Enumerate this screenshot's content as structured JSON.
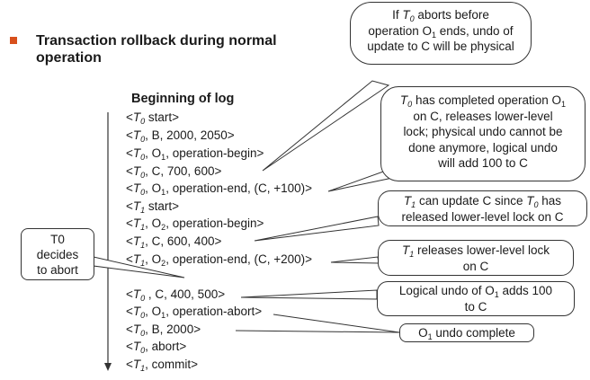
{
  "heading": "Transaction rollback during normal operation",
  "log_title": "Beginning of log",
  "log_entries": [
    {
      "html": "&lt;<i>T<sub>0</sub></i> start&gt;"
    },
    {
      "html": "&lt;<i>T<sub>0</sub></i>, B, 2000, 2050&gt;"
    },
    {
      "html": "&lt;<i>T<sub>0</sub></i>, O<sub>1</sub>, operation-begin&gt;"
    },
    {
      "html": "&lt;<i>T<sub>0</sub></i>, C, 700, 600&gt;"
    },
    {
      "html": "&lt;<i>T<sub>0</sub></i>, O<sub>1</sub>, operation-end, (C, +100)&gt;"
    },
    {
      "html": "&lt;<i>T<sub>1</sub></i> start&gt;"
    },
    {
      "html": "&lt;<i>T<sub>1</sub></i>, O<sub>2</sub>, operation-begin&gt;"
    },
    {
      "html": "&lt;<i>T<sub>1</sub></i>, C, 600, 400&gt;"
    },
    {
      "html": "&lt;<i>T<sub>1</sub></i>, O<sub>2</sub>, operation-end, (C, +200)&gt;"
    },
    {
      "html": "&lt;<i>T<sub>0</sub></i> , C, 400, 500&gt;"
    },
    {
      "html": "&lt;<i>T<sub>0</sub></i>, O<sub>1</sub>, operation-abort&gt;"
    },
    {
      "html": "&lt;<i>T<sub>0</sub></i>, B, 2000&gt;"
    },
    {
      "html": "&lt;<i>T<sub>0</sub></i>, abort&gt;"
    },
    {
      "html": "&lt;<i>T<sub>1</sub></i>, commit&gt;"
    }
  ],
  "annotations": {
    "abort_physical": "If <i>T<sub>0</sub></i> aborts before<br>operation O<sub>1</sub> ends, undo of<br>update to C will be physical",
    "completed_o1": "<i>T<sub>0</sub></i> has completed operation O<sub>1</sub><br>on C, releases lower-level<br>lock; physical undo cannot be<br>done anymore, logical undo<br>will add 100 to C",
    "t1_update": "<i>T<sub>1</sub></i> can update C since <i>T<sub>0</sub></i> has<br>released lower-level lock on C",
    "t1_release": "<i>T<sub>1</sub></i> releases lower-level lock<br>on C",
    "logical_undo": "Logical undo of O<sub>1</sub> adds 100<br>to C",
    "undo_complete": "O<sub>1</sub> undo complete",
    "t0_decides": "T0<br>decides<br>to abort"
  }
}
